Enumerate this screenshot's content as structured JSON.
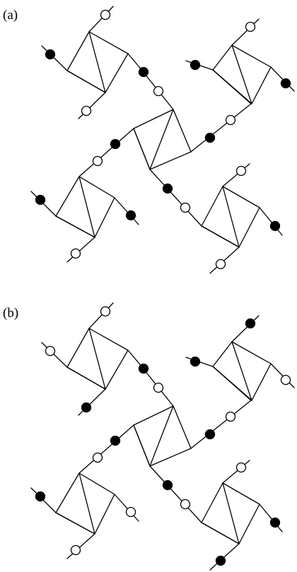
{
  "colors": {
    "line": "#000000",
    "filled_node": "#000000",
    "open_node": "#ffffff",
    "background": "#ffffff"
  },
  "panels": [
    {
      "label": "(a)",
      "units": [
        {
          "name": "top-left",
          "pendant_nodes": {
            "top": "open",
            "left": "filled",
            "bottom": "open"
          },
          "right_chain": [
            "filled",
            "open"
          ]
        },
        {
          "name": "top-right",
          "pendant_nodes": {
            "top": "open",
            "left": "filled",
            "right": "filled"
          },
          "left_chain": [
            "open",
            "filled"
          ]
        },
        {
          "name": "center",
          "pendant_nodes": {},
          "chains": "links"
        },
        {
          "name": "bottom-left",
          "pendant_nodes": {
            "left": "filled",
            "right": "filled",
            "bottom": "open"
          },
          "top_chain": [
            "filled",
            "open"
          ]
        },
        {
          "name": "bottom-right",
          "pendant_nodes": {
            "top": "open",
            "right": "filled",
            "bottom": "open"
          },
          "left_chain": [
            "open",
            "filled"
          ]
        }
      ]
    },
    {
      "label": "(b)",
      "units": [
        {
          "name": "top-left",
          "pendant_nodes": {
            "top": "open",
            "left": "open",
            "bottom": "filled"
          },
          "right_chain": [
            "filled",
            "open"
          ]
        },
        {
          "name": "top-right",
          "pendant_nodes": {
            "top": "filled",
            "left": "filled",
            "right": "open"
          },
          "left_chain": [
            "open",
            "filled"
          ]
        },
        {
          "name": "center",
          "pendant_nodes": {},
          "chains": "links"
        },
        {
          "name": "bottom-left",
          "pendant_nodes": {
            "left": "filled",
            "right": "open",
            "bottom": "open"
          },
          "top_chain": [
            "filled",
            "open"
          ]
        },
        {
          "name": "bottom-right",
          "pendant_nodes": {
            "top": "open",
            "right": "filled",
            "bottom": "filled"
          },
          "left_chain": [
            "open",
            "filled"
          ]
        }
      ]
    }
  ]
}
